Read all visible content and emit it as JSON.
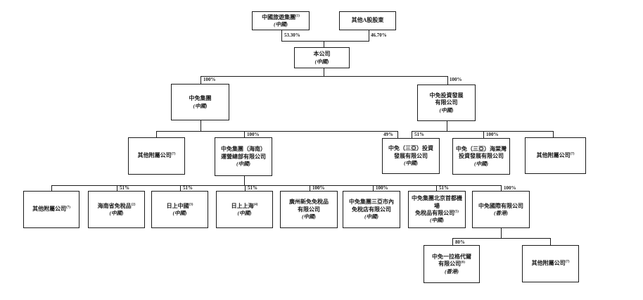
{
  "diagram": {
    "title": "corporate-ownership-structure",
    "colors": {
      "background": "#ffffff",
      "line": "#1a1a1a",
      "border": "#1a1a1a",
      "text": "#1a1a1a"
    },
    "nodes": {
      "ctg": {
        "name": "中國旅遊集團",
        "note": "(1)",
        "region": "(中國)"
      },
      "a_share": {
        "name": "其他A股股東"
      },
      "company": {
        "name": "本公司",
        "region": "(中國)"
      },
      "cdfg": {
        "name": "中免集團",
        "region": "(中國)"
      },
      "cdf_inv": {
        "name": "中免投資發展\n有限公司",
        "region": "(中國)"
      },
      "other_sub_l3": {
        "name": "其他附屬公司",
        "note": "(7)"
      },
      "hainan_hq": {
        "name": "中免集團（海南）\n運營總部有限公司",
        "region": "(中國)"
      },
      "sanya_inv": {
        "name": "中免（三亞）投資\n發展有限公司",
        "region": "(中國)"
      },
      "haitang": {
        "name": "中免（三亞）海棠灣\n投資發展有限公司",
        "region": "(中國)"
      },
      "other_sub_r3": {
        "name": "其他附屬公司",
        "note": "(7)"
      },
      "other_sub_l4": {
        "name": "其他附屬公司",
        "note": "(7)"
      },
      "hainan_df": {
        "name": "海南省免稅品",
        "note": "(2)",
        "region": "(中國)"
      },
      "sunrise_cn": {
        "name": "日上中國",
        "note": "(3)",
        "region": "(中國)"
      },
      "sunrise_sh": {
        "name": "日上上海",
        "note": "(4)",
        "region": "(中國)"
      },
      "guangzhou": {
        "name": "廣州新免免稅品\n有限公司",
        "region": "(中國)"
      },
      "sanya_downtown": {
        "name": "中免集團三亞市內\n免稅店有限公司",
        "region": "(中國)"
      },
      "beijing_airport": {
        "name": "中免集團北京首都機場\n免稅品有限公司",
        "note": "(5)",
        "region": "(中國)"
      },
      "cdf_intl": {
        "name": "中免國際有限公司",
        "region": "(香港)"
      },
      "lagardere": {
        "name": "中免一拉格代爾\n有限公司",
        "note": "(6)",
        "region": "(香港)"
      },
      "other_sub_b": {
        "name": "其他附屬公司",
        "note": "(7)"
      }
    },
    "percentages": {
      "ctg_company": "53.30%",
      "ashare_company": "46.70%",
      "company_cdfg": "100%",
      "company_cdfinv": "100%",
      "cdfg_hq": "100%",
      "cdfg_sanyainv": "49%",
      "cdfinv_sanyainv": "51%",
      "cdfinv_haitang": "100%",
      "hq_hainandf": "51%",
      "hq_sunrisecn": "51%",
      "hq_sunrisesh": "51%",
      "hq_guangzhou": "100%",
      "hq_sanyadowntown": "100%",
      "hq_beijing": "51%",
      "hq_intl": "100%",
      "intl_lagardere": "80%"
    }
  }
}
